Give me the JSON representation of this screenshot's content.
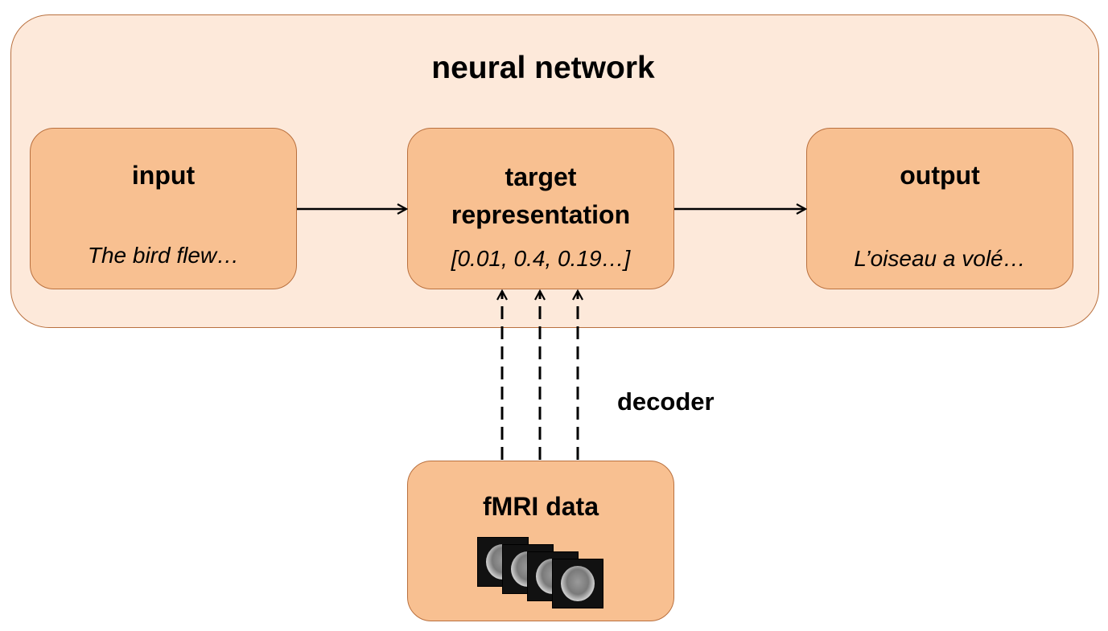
{
  "diagram": {
    "network": {
      "title": "neural network"
    },
    "nodes": {
      "input": {
        "title": "input",
        "subtitle": "The bird flew…"
      },
      "target": {
        "title_line1": "target",
        "title_line2": "representation",
        "subtitle": "[0.01, 0.4, 0.19…]"
      },
      "output": {
        "title": "output",
        "subtitle": "L’oiseau a volé…"
      },
      "fmri": {
        "title": "fMRI data",
        "scan_count": 4
      }
    },
    "edges": [
      {
        "from": "input",
        "to": "target",
        "style": "solid"
      },
      {
        "from": "target",
        "to": "output",
        "style": "solid"
      },
      {
        "from": "fmri",
        "to": "target",
        "style": "dashed",
        "count": 3,
        "label": "decoder"
      }
    ],
    "colors": {
      "panel_fill": "#fde9da",
      "node_fill": "#f8c091",
      "border": "#b9703e",
      "arrow": "#000000"
    }
  }
}
